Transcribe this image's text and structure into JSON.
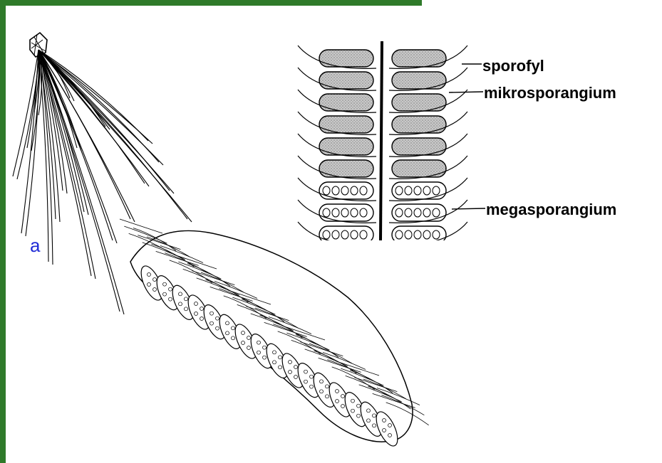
{
  "figure": {
    "panel_letter": "a",
    "labels": {
      "sporofyl": "sporofyl",
      "mikrosporangium": "mikrosporangium",
      "megasporangium": "megasporangium"
    },
    "colors": {
      "frame": "#2f7a2a",
      "background": "#ffffff",
      "ink": "#000000",
      "panel_letter": "#1f2bd6"
    }
  }
}
